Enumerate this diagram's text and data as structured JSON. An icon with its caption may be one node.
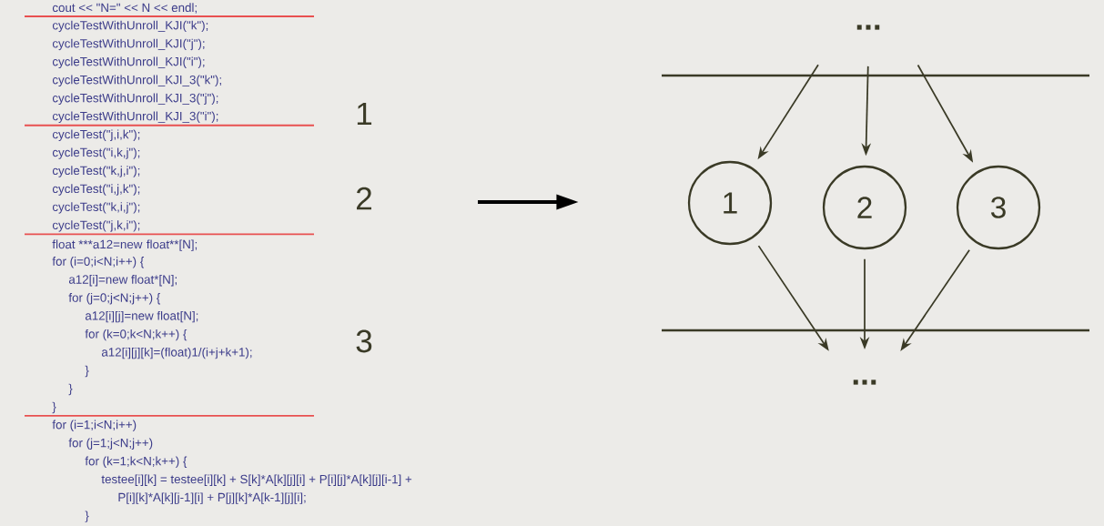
{
  "diagram": {
    "nodes": [
      {
        "text": [
          "..."
        ]
      },
      {
        "text": [
          "1"
        ]
      },
      {
        "text": [
          "2"
        ]
      },
      {
        "text": [
          "3"
        ]
      },
      {
        "text": [
          "..."
        ]
      }
    ],
    "edges": [
      {
        "from": 0,
        "to": 1,
        "arrow": "to"
      },
      {
        "from": 0,
        "to": 2,
        "arrow": "to"
      },
      {
        "from": 0,
        "to": 3,
        "arrow": "to"
      },
      {
        "from": 1,
        "to": 4,
        "arrow": "to"
      },
      {
        "from": 2,
        "to": 4,
        "arrow": "to"
      },
      {
        "from": 3,
        "to": 4,
        "arrow": "to"
      }
    ],
    "labels": [
      "cout << \"N=\" << N << endl;",
      "cycleTestWithUnroll_KJI(\"k\");",
      "cycleTestWithUnroll_KJI(\"j\");",
      "cycleTestWithUnroll_KJI(\"i\");",
      "cycleTestWithUnroll_KJI_3(\"k\");",
      "cycleTestWithUnroll_KJI_3(\"j\");",
      "cycleTestWithUnroll_KJI_3(\"i\");",
      "cycleTest(\"j,i,k\");",
      "cycleTest(\"i,k,j\");",
      "cycleTest(\"k,j,i\");",
      "cycleTest(\"i,j,k\");",
      "cycleTest(\"k,i,j\");",
      "cycleTest(\"j,k,i\");",
      "float ***a12=new",
      "float**[N];",
      "for (i=0;i<N;i++) {",
      "a12[i]=new float*[N];",
      "for (j=0;j<N;j++) {",
      "a12[i][j]=new float[N];",
      "for (k=0;k<N;k++) {",
      "a12[i][j][k]=(float)1/(i+j+k+1);",
      "}",
      "}",
      "}",
      "for (i=1;i<N;i++)",
      "for (j=1;j<N;j++)",
      "for (k=1;k<N;k++) {",
      "testee[i][k] = testee[i][k] + S[k]*A[k][j][i] + P[i][j]*A[k][j][i-1] +",
      "P[i][k]*A[k][j-1][i] + P[j][k]*A[k-1][j][i];",
      "}",
      "1",
      "2",
      "3"
    ]
  }
}
